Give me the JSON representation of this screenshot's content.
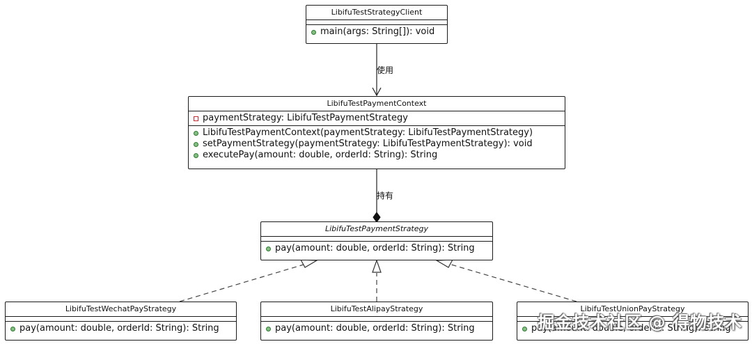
{
  "client": {
    "name": "LibifuTestStrategyClient",
    "methods": [
      "main(args: String[]): void"
    ]
  },
  "context": {
    "name": "LibifuTestPaymentContext",
    "fields": [
      "paymentStrategy: LibifuTestPaymentStrategy"
    ],
    "methods": [
      "LibifuTestPaymentContext(paymentStrategy: LibifuTestPaymentStrategy)",
      "setPaymentStrategy(paymentStrategy: LibifuTestPaymentStrategy): void",
      "executePay(amount: double, orderId: String): String"
    ]
  },
  "strategy": {
    "name": "LibifuTestPaymentStrategy",
    "methods": [
      "pay(amount: double, orderId: String): String"
    ]
  },
  "wechat": {
    "name": "LibifuTestWechatPayStrategy",
    "methods": [
      "pay(amount: double, orderId: String): String"
    ]
  },
  "alipay": {
    "name": "LibifuTestAlipayStrategy",
    "methods": [
      "pay(amount: double, orderId: String): String"
    ]
  },
  "union": {
    "name": "LibifuTestUnionPayStrategy",
    "methods": [
      "pay(amount: double, orderId: String): String"
    ]
  },
  "edges": {
    "uses_label": "使用",
    "holds_label": "持有"
  },
  "watermark": "掘金技术社区 @ 得物技术"
}
